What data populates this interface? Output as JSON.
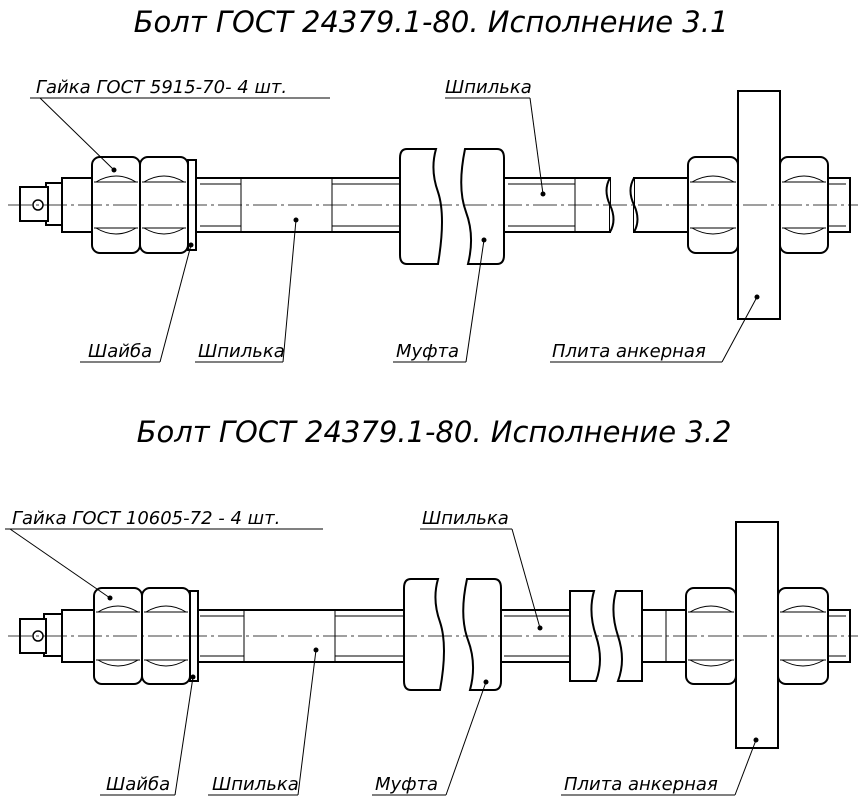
{
  "drawing_1": {
    "title": "Болт ГОСТ 24379.1-80. Исполнение 3.1",
    "labels": {
      "nut": "Гайка ГОСТ 5915-70- 4 шт.",
      "stud_top": "Шпилька",
      "washer": "Шайба",
      "stud_bottom": "Шпилька",
      "coupling": "Муфта",
      "anchor_plate": "Плита анкерная"
    }
  },
  "drawing_2": {
    "title": "Болт ГОСТ 24379.1-80. Исполнение 3.2",
    "labels": {
      "nut": "Гайка ГОСТ 10605-72 - 4 шт.",
      "stud_top": "Шпилька",
      "washer": "Шайба",
      "stud_bottom": "Шпилька",
      "coupling": "Муфта",
      "anchor_plate": "Плита анкерная"
    }
  }
}
